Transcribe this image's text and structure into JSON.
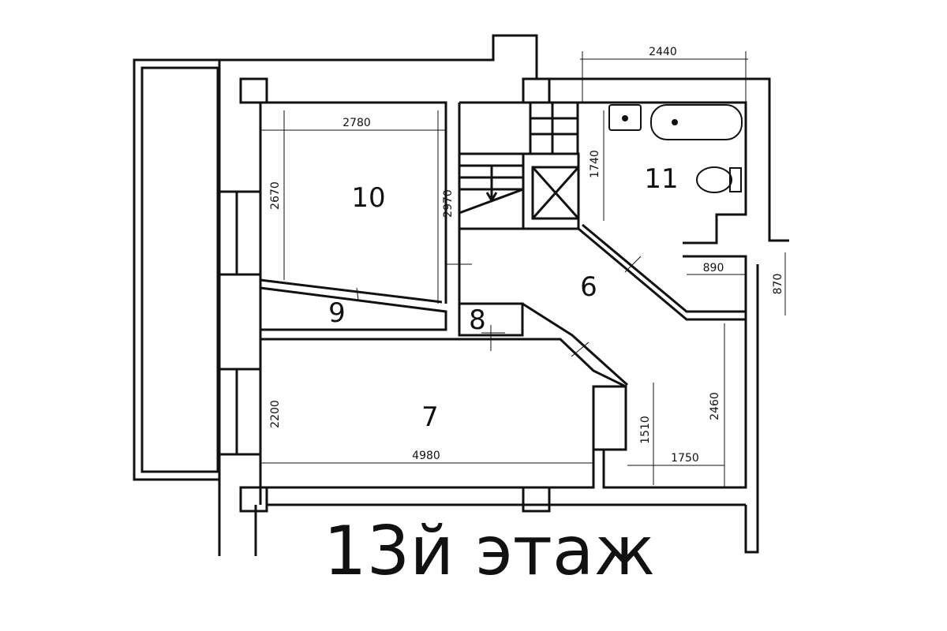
{
  "plan": {
    "floor_title": "13й этаж",
    "rooms": {
      "r6": "6",
      "r7": "7",
      "r8": "8",
      "r9": "9",
      "r10": "10",
      "r11": "11"
    },
    "dimensions": {
      "d2440": "2440",
      "d2780": "2780",
      "d2670": "2670",
      "d2970": "2970",
      "d1740": "1740",
      "d890": "890",
      "d870": "870",
      "d2200": "2200",
      "d4980": "4980",
      "d1510": "1510",
      "d1750": "1750",
      "d2460": "2460"
    }
  }
}
